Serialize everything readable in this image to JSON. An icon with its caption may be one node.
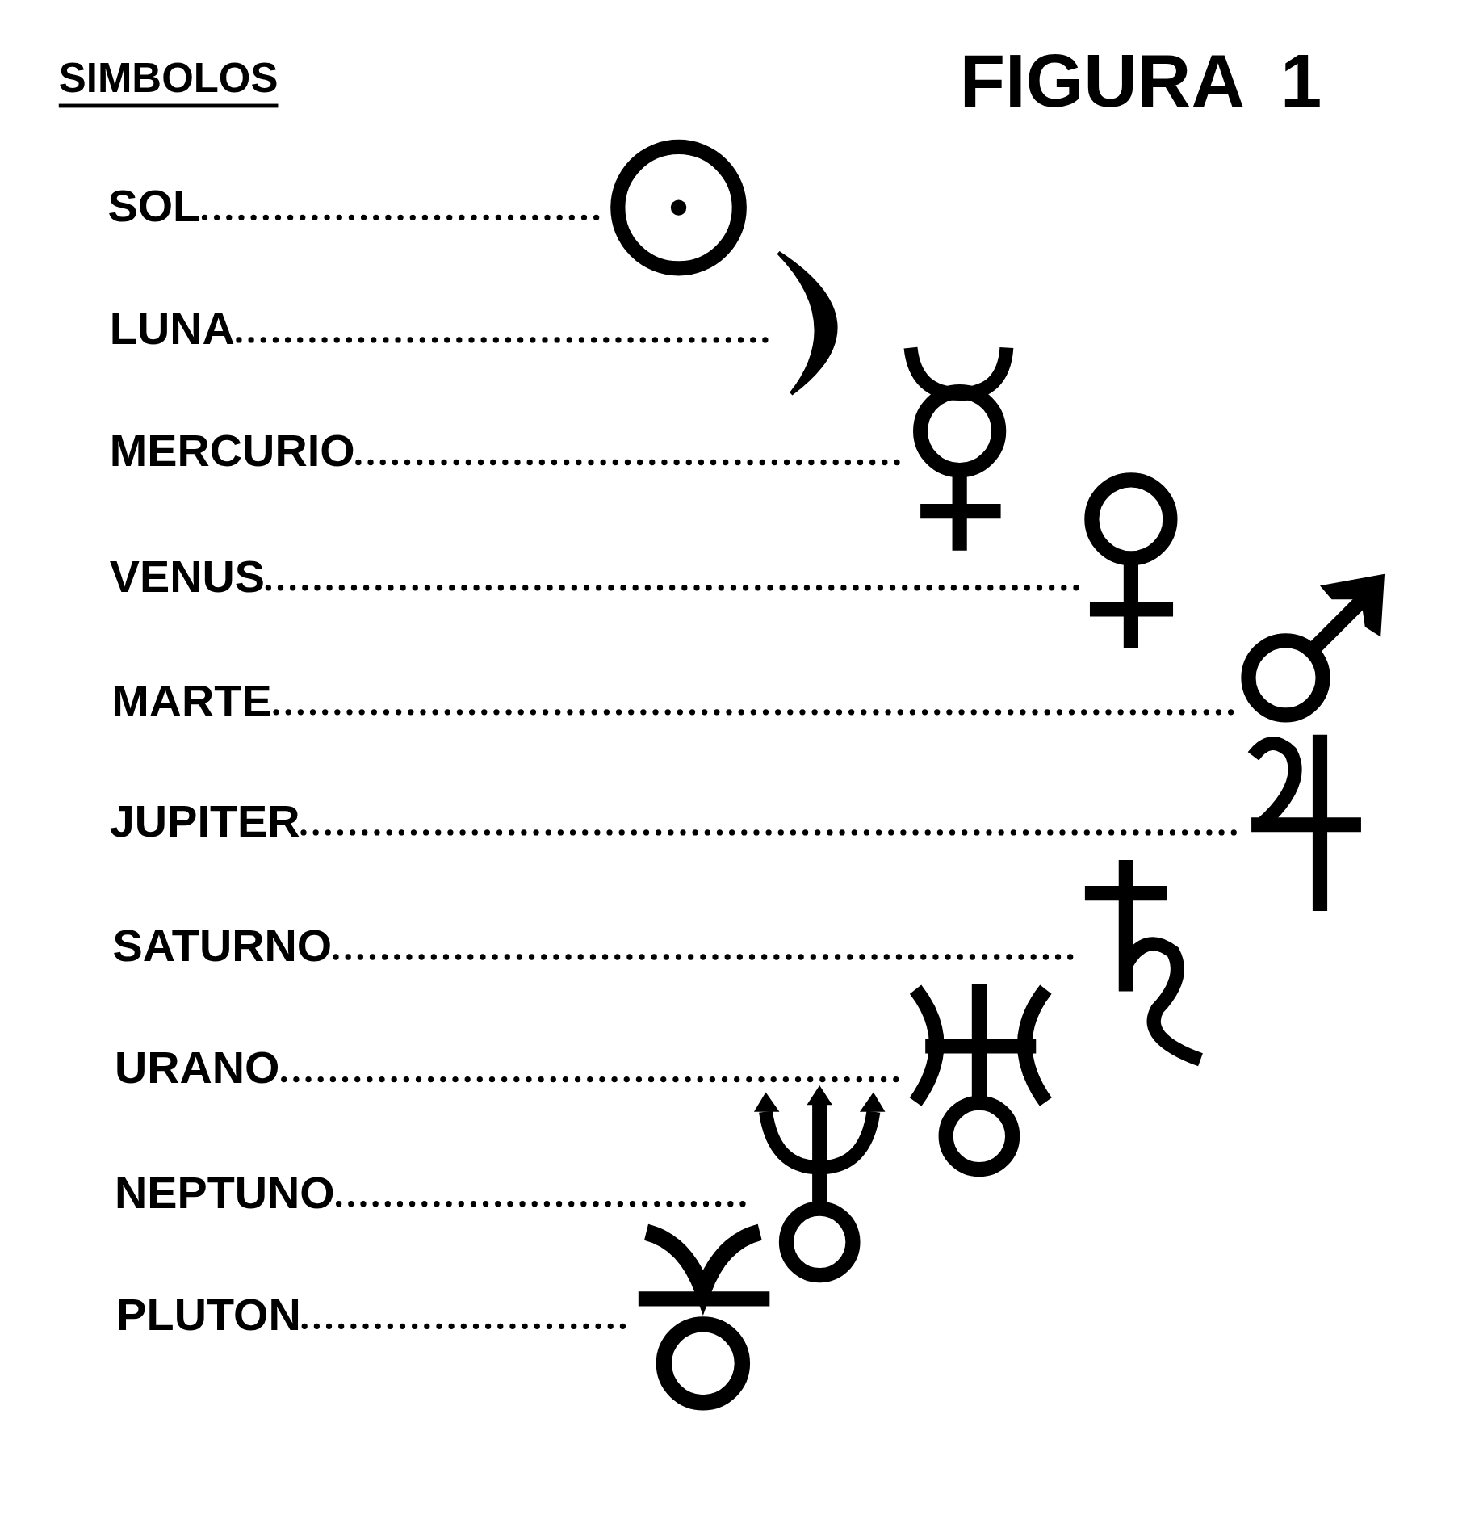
{
  "diagram": {
    "title": "FIGURA 1",
    "nodes": [
      {
        "text": [
          "SOL"
        ]
      },
      {
        "text": [
          "LUNA"
        ]
      },
      {
        "text": [
          "MERCURIO"
        ]
      },
      {
        "text": [
          "VENUS"
        ]
      },
      {
        "text": [
          "MARTE"
        ]
      },
      {
        "text": [
          "JUPITER"
        ]
      },
      {
        "text": [
          "SATURNO"
        ]
      },
      {
        "text": [
          "URANO"
        ]
      },
      {
        "text": [
          "NEPTUNO"
        ]
      },
      {
        "text": [
          "PLUTON"
        ]
      },
      {
        "text": [],
        "shape": "symbol"
      },
      {
        "text": [],
        "shape": "symbol"
      },
      {
        "text": [],
        "shape": "symbol"
      },
      {
        "text": [],
        "shape": "symbol"
      },
      {
        "text": [],
        "shape": "symbol"
      },
      {
        "text": [],
        "shape": "symbol"
      },
      {
        "text": [],
        "shape": "symbol"
      },
      {
        "text": [],
        "shape": "symbol"
      },
      {
        "text": [],
        "shape": "symbol"
      },
      {
        "text": [],
        "shape": "symbol"
      }
    ],
    "edges": [
      {
        "from": 0,
        "to": 10,
        "arrow": "none"
      },
      {
        "from": 1,
        "to": 11,
        "arrow": "none"
      },
      {
        "from": 2,
        "to": 12,
        "arrow": "none"
      },
      {
        "from": 3,
        "to": 13,
        "arrow": "none"
      },
      {
        "from": 4,
        "to": 14,
        "arrow": "none"
      },
      {
        "from": 5,
        "to": 15,
        "arrow": "none"
      },
      {
        "from": 6,
        "to": 16,
        "arrow": "none"
      },
      {
        "from": 7,
        "to": 17,
        "arrow": "none"
      },
      {
        "from": 8,
        "to": 18,
        "arrow": "none"
      },
      {
        "from": 9,
        "to": 19,
        "arrow": "none"
      }
    ],
    "labels": [
      "SIMBOLOS"
    ]
  }
}
